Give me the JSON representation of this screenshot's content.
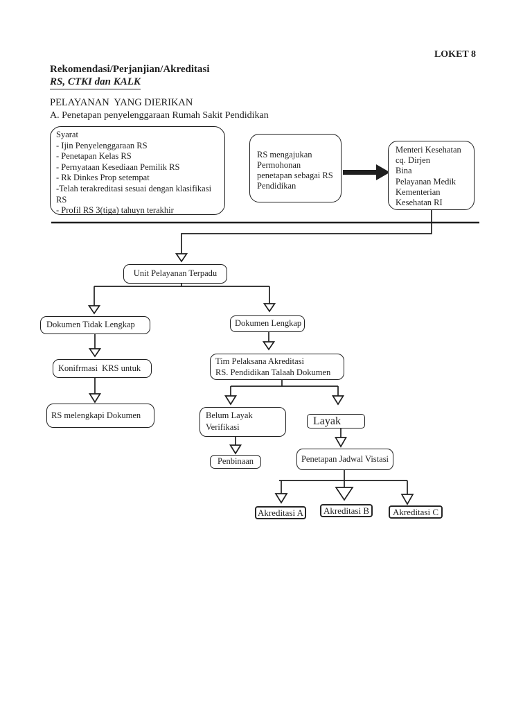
{
  "page": {
    "loket": "LOKET 8",
    "title_line1": "Rekomendasi/Perjanjian/Akreditasi",
    "title_line2": "RS, CTKI dan KALK",
    "section_heading": "PELAYANAN  YANG DIERIKAN",
    "section_sub": "A. Penetapan penyelenggaraan Rumah Sakit Pendidikan"
  },
  "colors": {
    "ink": "#1f1f1f",
    "paper": "#ffffff"
  },
  "boxes": {
    "syarat": {
      "lines": [
        "Syarat",
        "- Ijin Penyelenggaraan RS",
        "- Penetapan Kelas RS",
        "- Pernyataan Kesediaan Pemilik RS",
        "- Rk Dinkes Prop setempat",
        "-Telah terakreditasi sesuai dengan klasifikasi RS",
        "- Profil RS 3(tiga) tahuyn terakhir"
      ]
    },
    "rs_mengajukan": {
      "lines": [
        "RS mengajukan",
        "Permohonan",
        "penetapan sebagai RS",
        "Pendidikan"
      ]
    },
    "menteri": {
      "lines": [
        "Menteri Kesehatan",
        "cq. Dirjen",
        "Bina",
        "Pelayanan Medik",
        "Kementerian",
        "Kesehatan RI"
      ]
    },
    "unit_pelayanan": {
      "label": "Unit Pelayanan Terpadu"
    },
    "dokumen_tidak_lengkap": {
      "label": "Dokumen Tidak Lengkap"
    },
    "dokumen_lengkap": {
      "label": "Dokumen Lengkap"
    },
    "konfirmasi": {
      "label": "Konifrmasi  KRS untuk"
    },
    "rs_melengkapi": {
      "label": "RS melengkapi Dokumen"
    },
    "tim_pelaksana": {
      "lines": [
        "Tim Pelaksana Akreditasi",
        "RS. Pendidikan Talaah Dokumen"
      ]
    },
    "belum_layak": {
      "lines": [
        "Belum Layak",
        "Verifikasi"
      ]
    },
    "layak": {
      "label": "Layak"
    },
    "penbinaan": {
      "label": "Penbinaan"
    },
    "penetapan_jadwal": {
      "label": "Penetapan Jadwal Vistasi"
    },
    "akreditasi_a": {
      "label": "Akreditasi A"
    },
    "akreditasi_b": {
      "label": "Akreditasi B"
    },
    "akreditasi_c": {
      "label": "Akreditasi C"
    }
  }
}
